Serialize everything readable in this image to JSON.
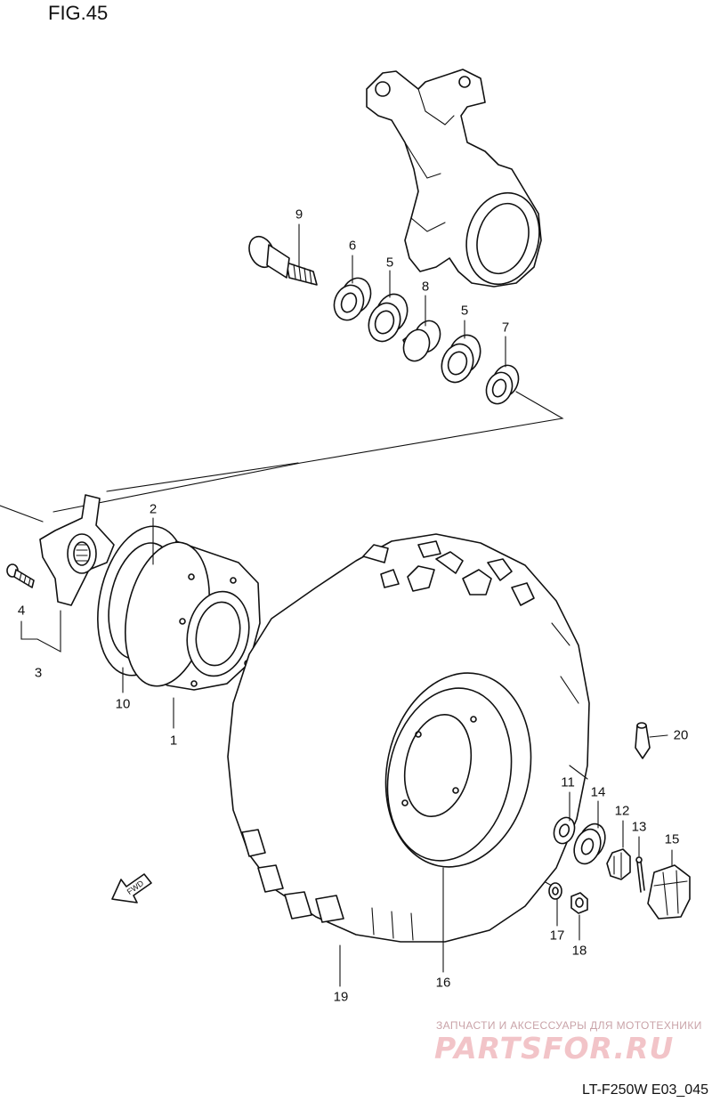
{
  "figure": {
    "title": "FIG.45",
    "code": "LT-F250W E03_045"
  },
  "watermark": {
    "line1": "ЗАПЧАСТИ И АКСЕССУАРЫ ДЛЯ МОТОТЕХНИКИ",
    "logo": "PARTSFOR.RU"
  },
  "direction_arrow": {
    "label": "FWD"
  },
  "callouts": [
    "1",
    "2",
    "3",
    "4",
    "5",
    "5",
    "6",
    "7",
    "8",
    "9",
    "10",
    "11",
    "12",
    "13",
    "14",
    "15",
    "16",
    "17",
    "18",
    "19",
    "20"
  ]
}
